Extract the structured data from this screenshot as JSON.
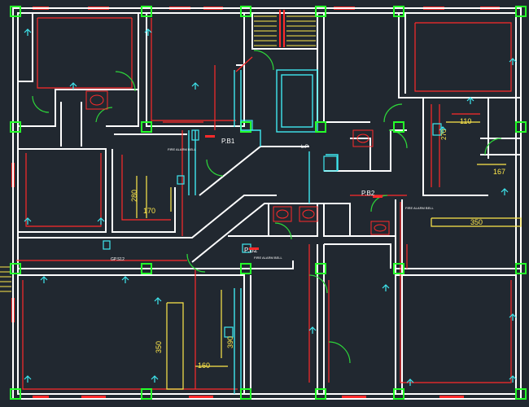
{
  "dimensions": {
    "d110": "110",
    "d270": "270",
    "d167": "167",
    "d280": "280",
    "d170": "170",
    "d350_right": "350",
    "d350_left": "350",
    "d390": "390",
    "d160": "160"
  },
  "tags": {
    "pb1": "P.B1",
    "pb2_upper": "P.B2",
    "pb2_lower": "P.B2",
    "lp": "L.P",
    "fire_pump_1": "FIRE ALARM BELL",
    "fire_pump_2": "FIRE ALARM BELL",
    "fire_pump_3": "FIRE ALARM BELL",
    "gp_s12": "GP.S12"
  },
  "colors": {
    "background": "#212830",
    "wall": "#ffffff",
    "column": "#25ff2a",
    "red_line": "#ff2a2a",
    "yellow_line": "#ffe84a",
    "cyan_line": "#3fe8f0",
    "green_door": "#2dd63a",
    "dimension_text": "#ffe84a",
    "tag_text": "#ffffff"
  }
}
